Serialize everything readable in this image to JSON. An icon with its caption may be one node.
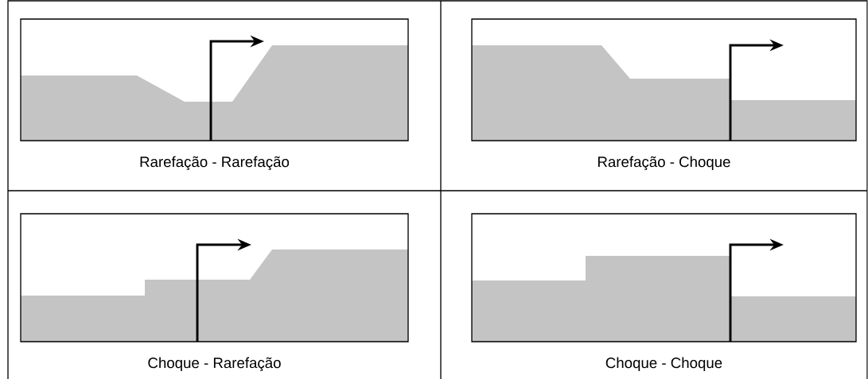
{
  "diagram": {
    "nodes": [
      {
        "text": [
          "Rarefação - Rarefação"
        ]
      },
      {
        "text": [
          "Rarefação - Choque"
        ]
      },
      {
        "text": [
          "Choque - Rarefação"
        ]
      },
      {
        "text": [
          "Choque - Choque"
        ]
      }
    ]
  }
}
